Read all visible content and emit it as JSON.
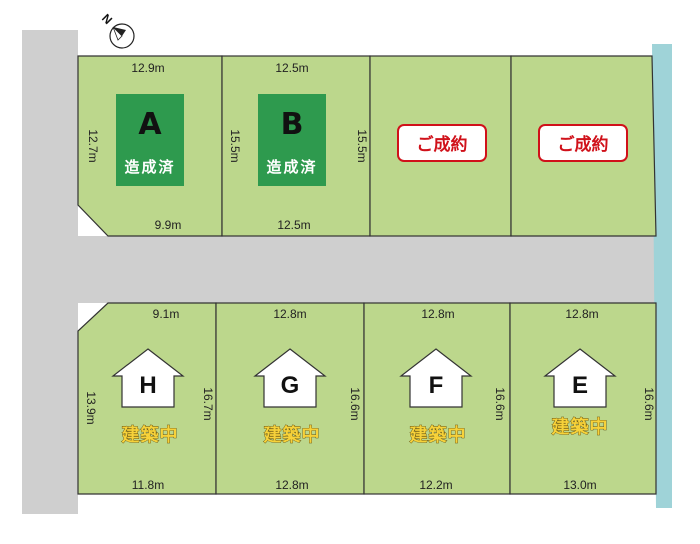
{
  "compass": {
    "label": "N",
    "icon": "north-arrow-icon"
  },
  "colors": {
    "lot": "#bcd78c",
    "road": "#cfcfcf",
    "river": "#9fd3d8",
    "developed_box": "#2e9a4e",
    "sold_border": "#d0111a",
    "building_text": "#f7d23a"
  },
  "lots": {
    "A": {
      "letter": "A",
      "status": "造成済",
      "top": "12.9m",
      "bottom": "9.9m",
      "left": "12.7m"
    },
    "B": {
      "letter": "B",
      "status": "造成済",
      "top": "12.5m",
      "bottom": "12.5m",
      "left": "15.5m",
      "right": "15.5m"
    },
    "C": {
      "status": "ご成約"
    },
    "D": {
      "status": "ご成約"
    },
    "H": {
      "letter": "H",
      "status": "建築中",
      "top": "9.1m",
      "bottom": "11.8m",
      "left": "13.9m",
      "right": "16.7m"
    },
    "G": {
      "letter": "G",
      "status": "建築中",
      "top": "12.8m",
      "bottom": "12.8m",
      "right": "16.6m"
    },
    "F": {
      "letter": "F",
      "status": "建築中",
      "top": "12.8m",
      "bottom": "12.2m",
      "right": "16.6m"
    },
    "E": {
      "letter": "E",
      "status": "建築中",
      "top": "12.8m",
      "bottom": "13.0m",
      "right": "16.6m"
    }
  }
}
